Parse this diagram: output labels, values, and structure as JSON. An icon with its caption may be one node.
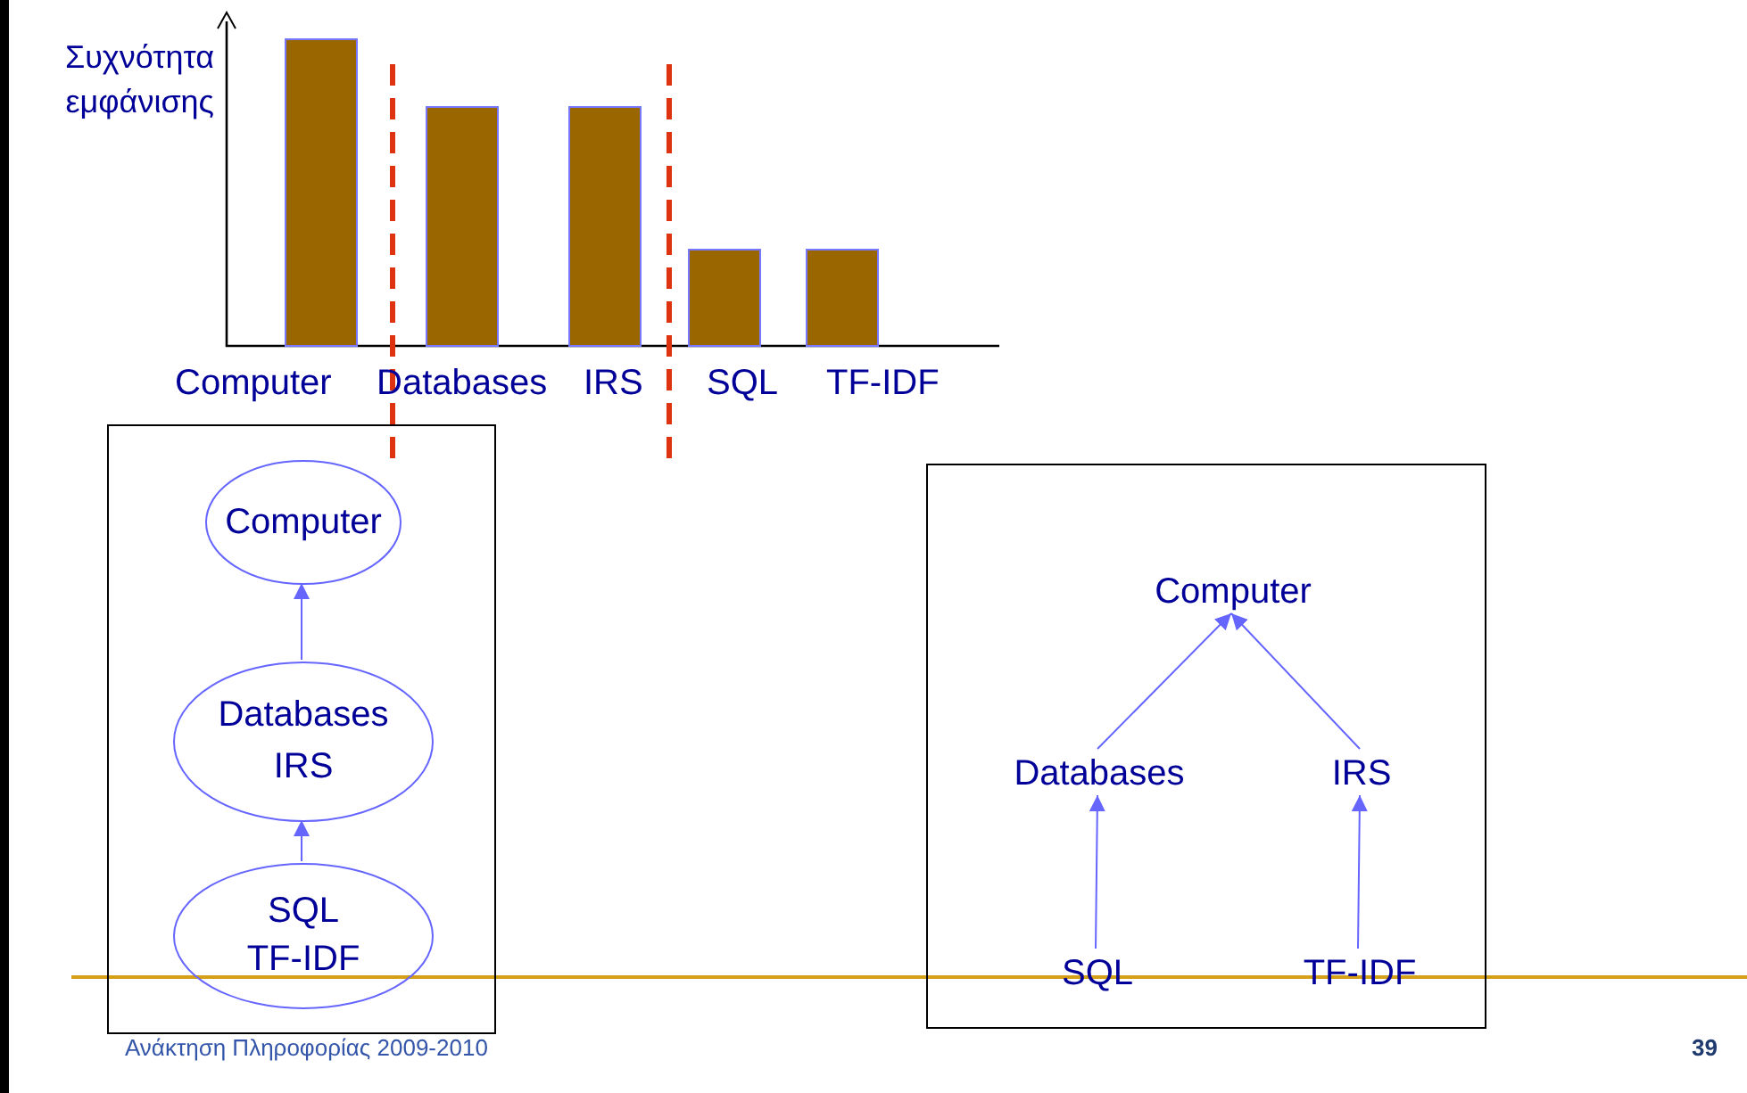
{
  "diagram": {
    "nodes": [
      {
        "text": [],
        "shape": "box"
      },
      {
        "text": [
          "Computer"
        ],
        "in": 0
      },
      {
        "text": [
          "Databases",
          "IRS"
        ],
        "in": 0
      },
      {
        "text": [
          "SQL",
          "TF-IDF"
        ],
        "in": 0
      },
      {
        "text": [],
        "shape": "box"
      },
      {
        "text": [
          "Computer"
        ],
        "in": 4
      },
      {
        "text": [
          "Databases"
        ],
        "in": 4
      },
      {
        "text": [
          "IRS"
        ],
        "in": 4
      },
      {
        "text": [
          "SQL"
        ],
        "in": 4
      },
      {
        "text": [
          "TF-IDF"
        ],
        "in": 4
      }
    ],
    "edges": [
      {
        "from": 2,
        "to": 1,
        "arrow": "to"
      },
      {
        "from": 3,
        "to": 2,
        "arrow": "to"
      },
      {
        "from": 6,
        "to": 5,
        "arrow": "to"
      },
      {
        "from": 7,
        "to": 5,
        "arrow": "to"
      },
      {
        "from": 8,
        "to": 6,
        "arrow": "to"
      },
      {
        "from": 9,
        "to": 7,
        "arrow": "to"
      }
    ],
    "labels": [
      "Συχνότητα εμφάνισης",
      "Computer",
      "Databases",
      "IRS",
      "SQL",
      "TF-IDF",
      "Ανάκτηση Πληροφορίας 2009-2010",
      "39"
    ]
  }
}
